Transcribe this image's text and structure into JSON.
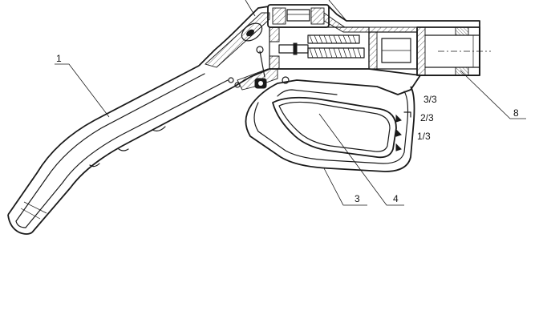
{
  "callouts": {
    "c1": "1",
    "c3": "3",
    "c4": "4",
    "c8": "8"
  },
  "trigger_positions": {
    "p33": "3/3",
    "p23": "2/3",
    "p13": "1/3"
  }
}
